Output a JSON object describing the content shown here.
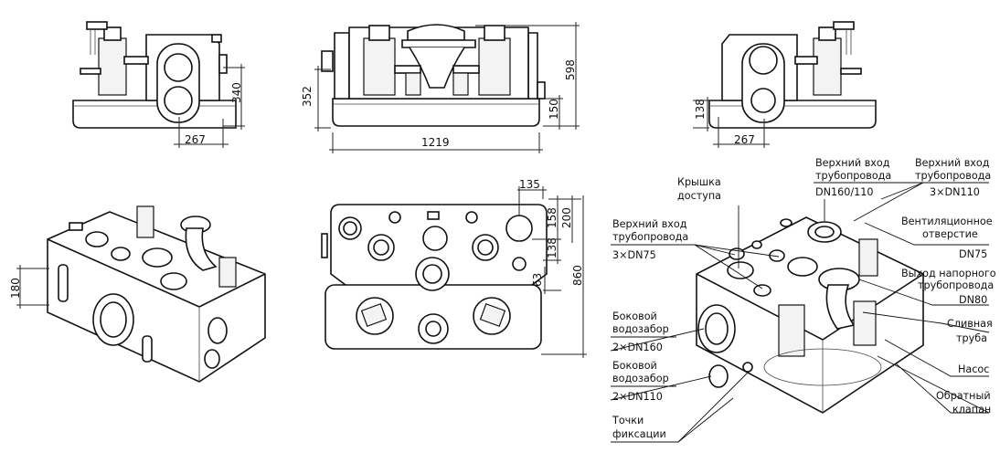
{
  "dimensions": {
    "side_left_width": "267",
    "side_left_height": "340",
    "front_height_left": "352",
    "front_height_total": "598",
    "front_height_low": "150",
    "front_width": "1219",
    "side_right_height": "138",
    "side_right_width": "267",
    "top_edge_h": "135",
    "top_158": "158",
    "top_200": "200",
    "top_138": "138",
    "top_63": "63",
    "top_860": "860",
    "iso_180": "180"
  },
  "labels": {
    "access_cover": [
      "Крышка",
      "доступа"
    ],
    "top_inlet_left": [
      "Верхний вход",
      "трубопровода"
    ],
    "top_inlet_left_spec": "3×DN75",
    "top_inlet_mid": [
      "Верхний вход",
      "трубопровода"
    ],
    "top_inlet_mid_spec": "DN160/110",
    "top_inlet_right": [
      "Верхний вход",
      "трубопровода"
    ],
    "top_inlet_right_spec": "3×DN110",
    "vent": [
      "Вентиляционное",
      "отверстие"
    ],
    "vent_spec": "DN75",
    "pressure_outlet": [
      "Выход напорного",
      "трубопровода"
    ],
    "pressure_outlet_spec": "DN80",
    "side_inlet_1": [
      "Боковой",
      "водозабор"
    ],
    "side_inlet_1_spec": "2×DN160",
    "side_inlet_2": [
      "Боковой",
      "водозабор"
    ],
    "side_inlet_2_spec": "2×DN110",
    "drain_pipe": [
      "Сливная",
      "труба"
    ],
    "pump": "Насос",
    "check_valve": [
      "Обратный",
      "клапан"
    ],
    "fixing_points": [
      "Точки",
      "фиксации"
    ]
  }
}
